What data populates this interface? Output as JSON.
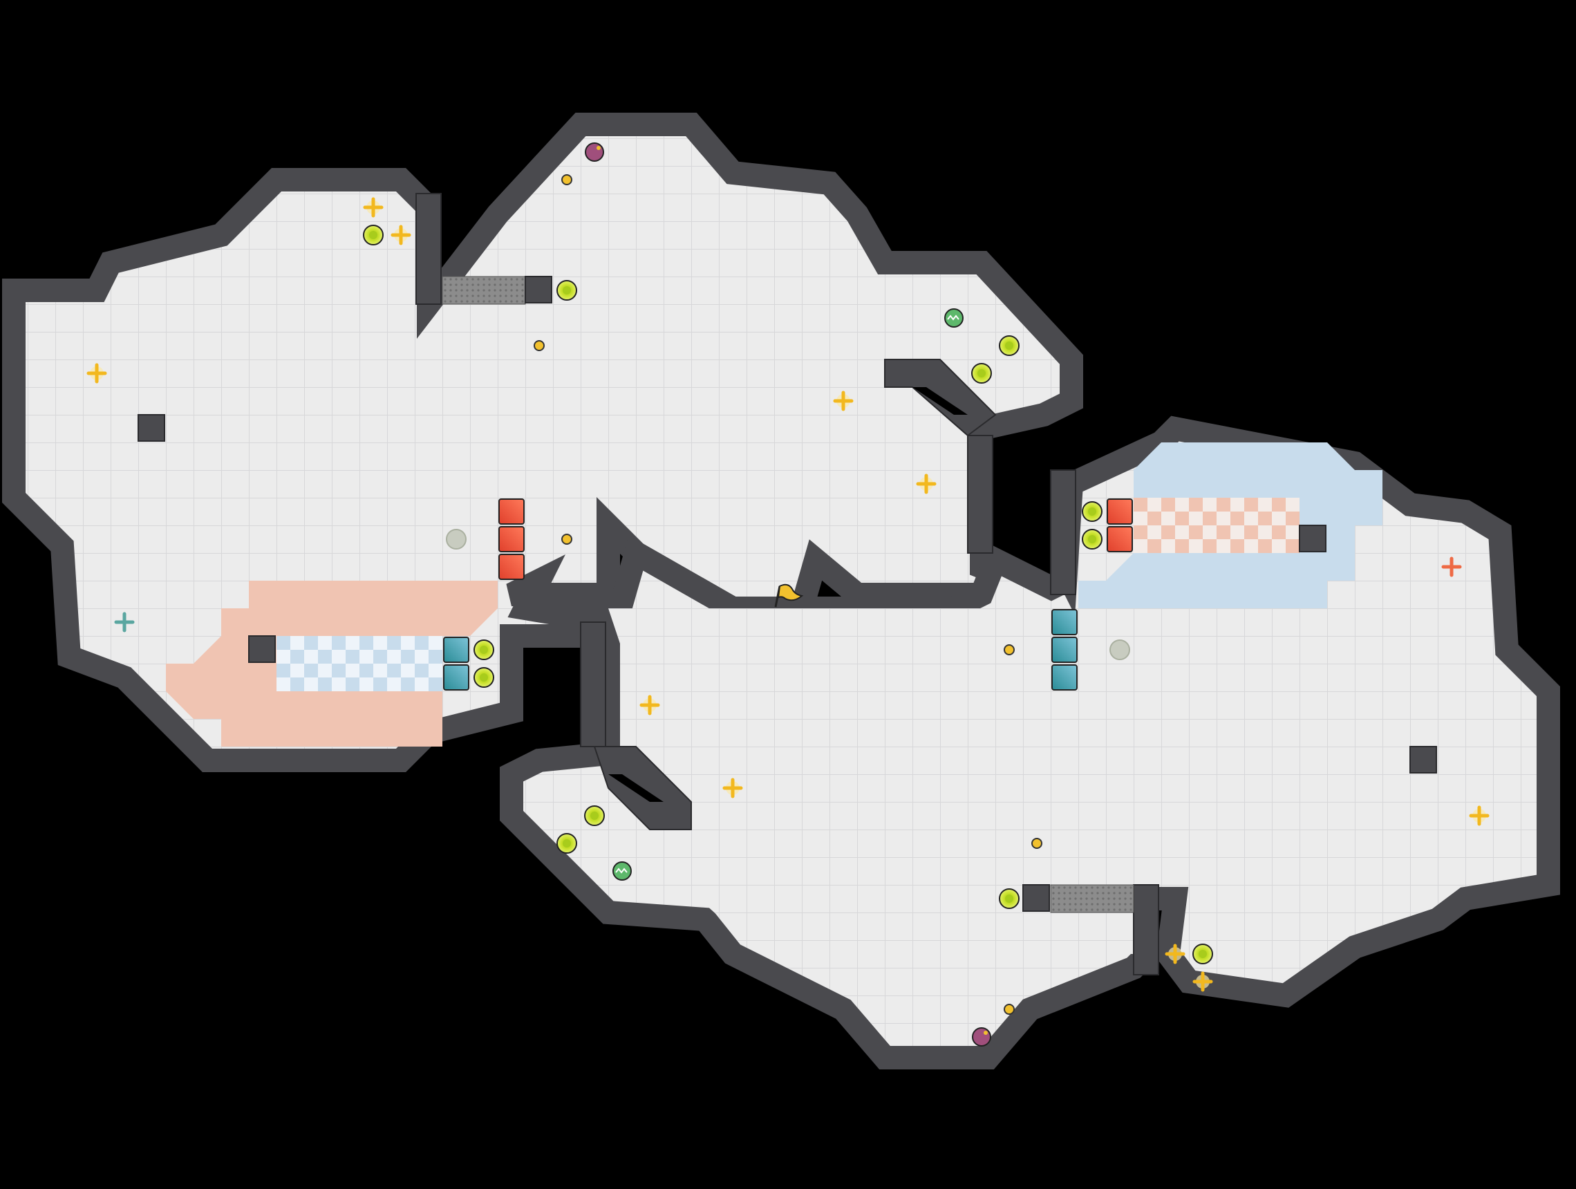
{
  "title": "",
  "colors": {
    "background": "#000000",
    "floor": "#ececec",
    "floor_grid": "#d7d7d9",
    "wall": "#4a4a4e",
    "wall_edge": "#2a2a2d",
    "red_team": "#e8452e",
    "blue_team": "#3aa0a8",
    "red_zone": "#f0c4b2",
    "blue_zone": "#c8dcec",
    "gate": "#8a8a8a",
    "boost": "#c8e02a",
    "powerup": "#f2c12e",
    "bomb": "#9a4f7a",
    "flag": "#f2c12e"
  },
  "icons": {
    "flag": "yellow-flag-icon",
    "boost": "boost-pad-icon",
    "powerup": "powerup-plus-icon",
    "bomb": "bomb-icon",
    "spike": "green-spike-icon",
    "button": "floor-button-icon",
    "portal": "grey-portal-icon",
    "red_spawn": "red-spawn-icon",
    "blue_spawn": "blue-spawn-icon",
    "red_gate": "red-gate-tile",
    "blue_gate": "blue-gate-tile",
    "neutral_gate": "neutral-gate-tile"
  }
}
